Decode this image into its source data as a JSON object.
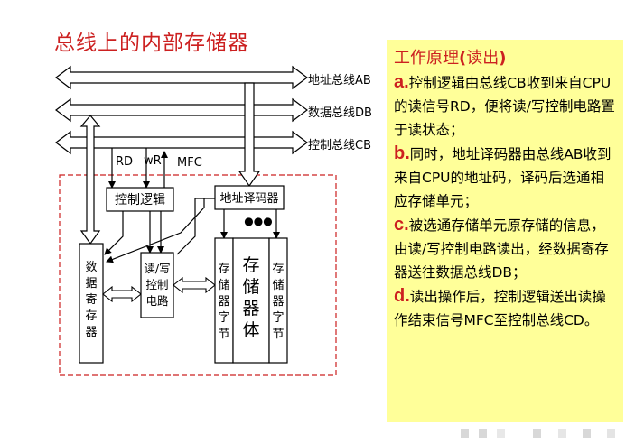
{
  "title": "总线上的内部存储器",
  "buses": {
    "address": "地址总线AB",
    "data": "数据总线DB",
    "control": "控制总线CB"
  },
  "signals": {
    "rd": "RD",
    "wr": "wR",
    "mfc": "MFC"
  },
  "blocks": {
    "control_logic": "控制逻辑",
    "addr_decoder": "地址译码器",
    "dots": "●●●",
    "data_register": [
      "数",
      "据",
      "寄",
      "存",
      "器"
    ],
    "rw_circuit": [
      "读/写",
      "控制",
      "电路"
    ],
    "byte_left": [
      "存",
      "储",
      "器",
      "字",
      "节"
    ],
    "memory_body": [
      "存",
      "储",
      "器",
      "体"
    ],
    "byte_right": [
      "存",
      "储",
      "器",
      "字",
      "节"
    ]
  },
  "panel": {
    "title_main": "工作原理",
    "title_paren": "(",
    "title_read": "读出",
    "title_close": ")",
    "items": [
      {
        "letter": "a.",
        "text": "控制逻辑由总线CB收到来自CPU的读信号RD，便将读/写控制电路置于读状态；"
      },
      {
        "letter": "b.",
        "text": "同时，地址译码器由总线AB收到来自CPU的地址码，译码后选通相应存储单元；"
      },
      {
        "letter": "c.",
        "text": "被选通存储单元原存储的信息，由读/写控制电路读出，经数据寄存器送往数据总线DB；"
      },
      {
        "letter": "d.",
        "text": "读出操作后，控制逻辑送出读操作结束信号MFC至控制总线CD。"
      }
    ]
  },
  "colors": {
    "title": "#cc2020",
    "panel_bg": "#ffff99",
    "dashed_border": "#cc2020",
    "line": "#000000"
  }
}
